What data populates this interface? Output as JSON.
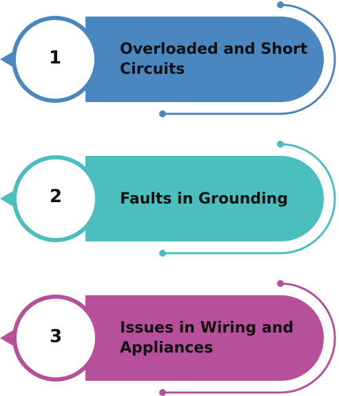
{
  "steps": [
    {
      "number": "1",
      "label": "Overloaded and Short Circuits",
      "color": "#4a86c0"
    },
    {
      "number": "2",
      "label": "Faults in Grounding",
      "color": "#4bbfbd"
    },
    {
      "number": "3",
      "label": "Issues in Wiring and Appliances",
      "color": "#b7509b"
    }
  ]
}
